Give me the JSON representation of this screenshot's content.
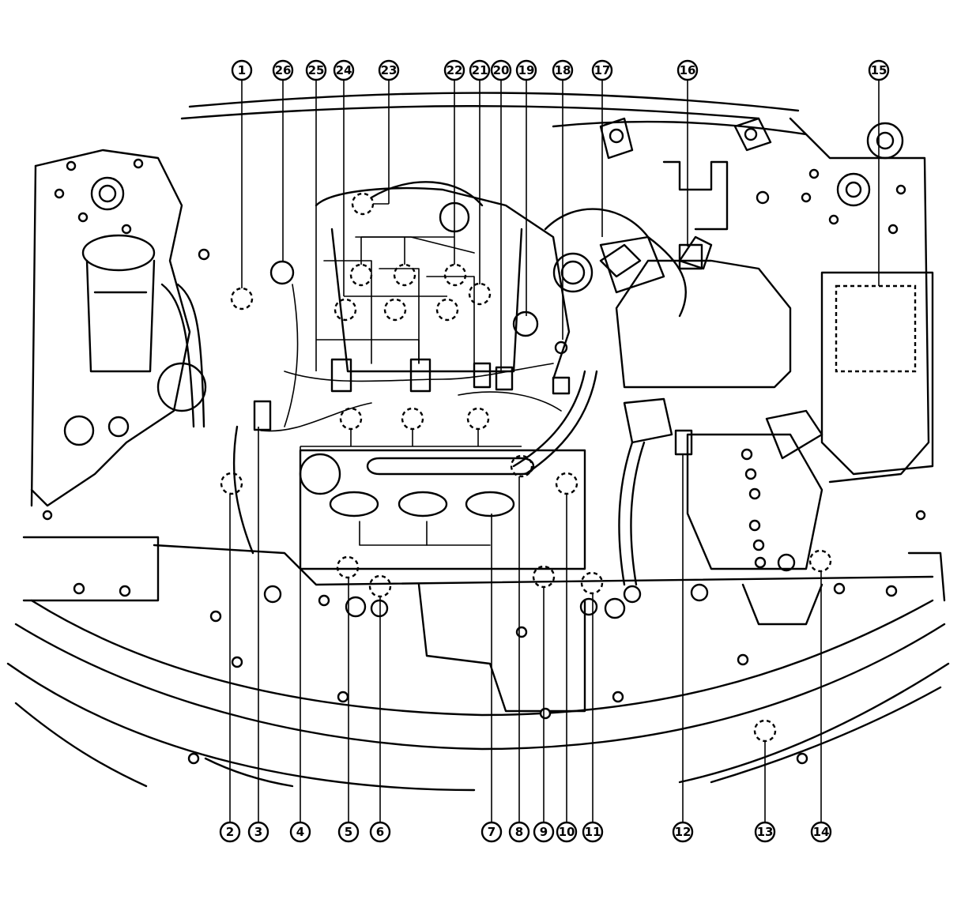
{
  "diagram": {
    "callouts_top": [
      "1",
      "26",
      "25",
      "24",
      "23",
      "22",
      "21",
      "20",
      "19",
      "18",
      "17",
      "16",
      "15"
    ],
    "callouts_bottom": [
      "2",
      "3",
      "4",
      "5",
      "6",
      "7",
      "8",
      "9",
      "10",
      "11",
      "12",
      "13",
      "14"
    ]
  }
}
